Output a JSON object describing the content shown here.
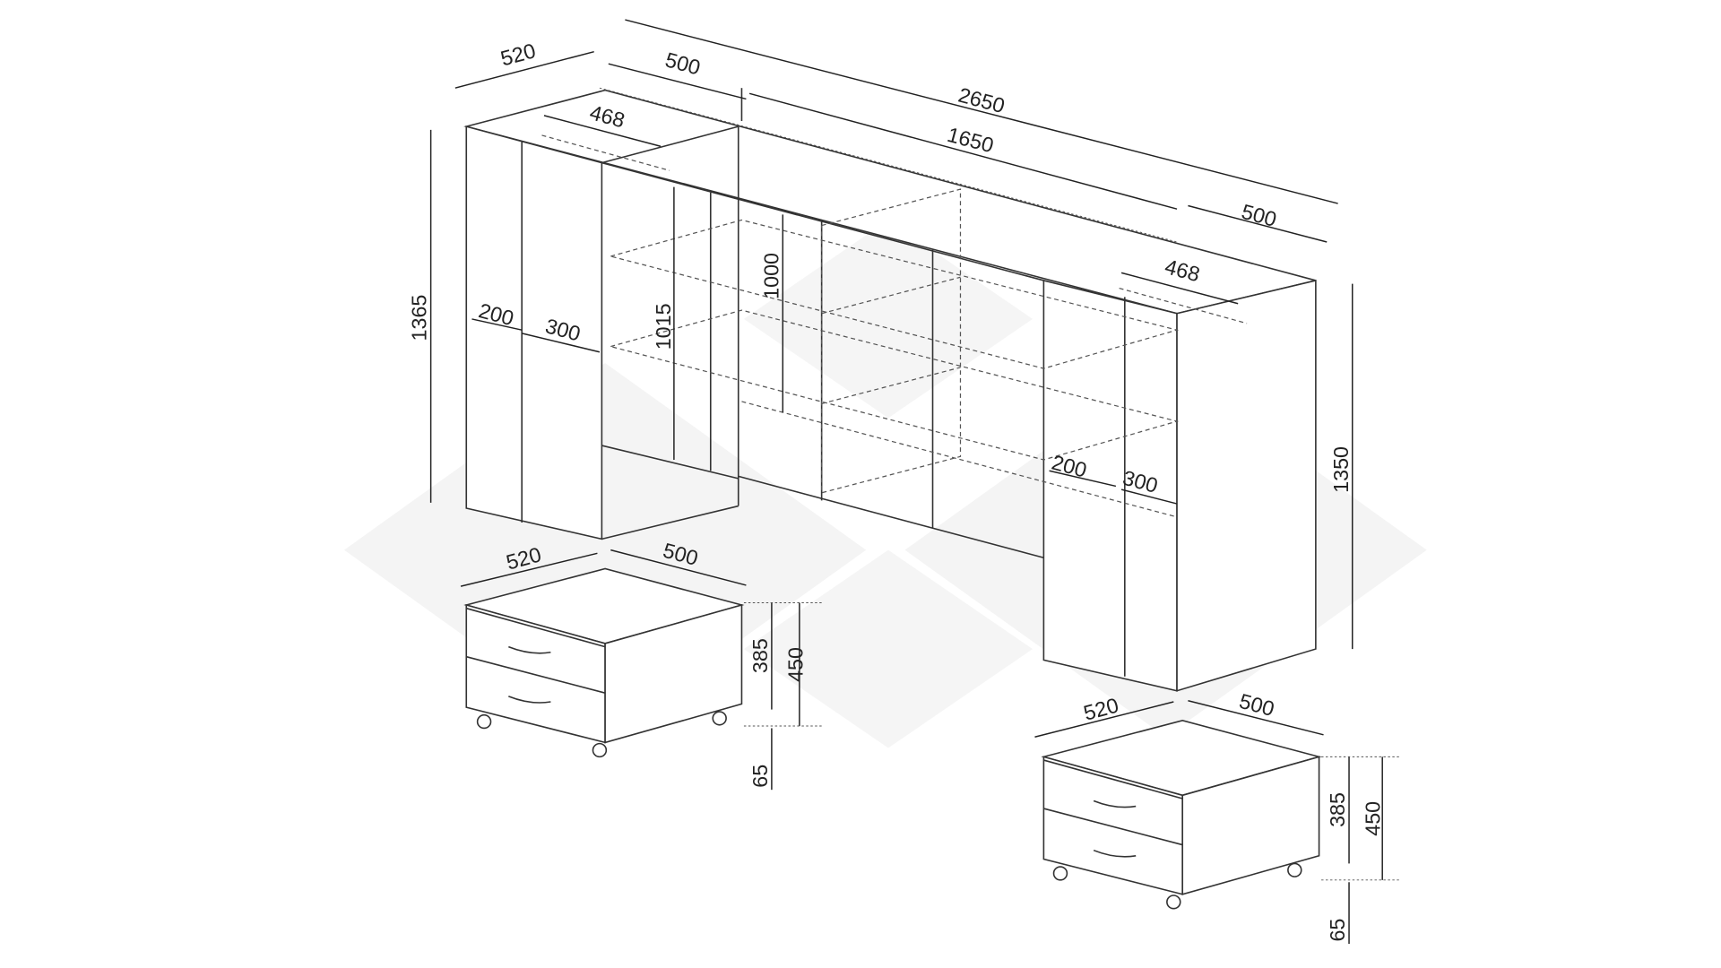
{
  "drawing": {
    "dimensions": {
      "left_depth": "520",
      "left_width": "500",
      "total_length": "2650",
      "left_rail": "468",
      "middle_length": "1650",
      "right_width": "500",
      "right_rail": "468",
      "left_height": "1365",
      "left_door_a": "200",
      "left_door_b": "300",
      "shelf_height_a": "1015",
      "shelf_height_b": "1000",
      "right_height": "1350",
      "right_door_a": "200",
      "right_door_b": "300"
    },
    "pedestal_left": {
      "depth": "520",
      "width": "500",
      "body_height": "385",
      "total_height": "450",
      "wheel_height": "65"
    },
    "pedestal_right": {
      "depth": "520",
      "width": "500",
      "body_height": "385",
      "total_height": "450",
      "wheel_height": "65"
    }
  }
}
